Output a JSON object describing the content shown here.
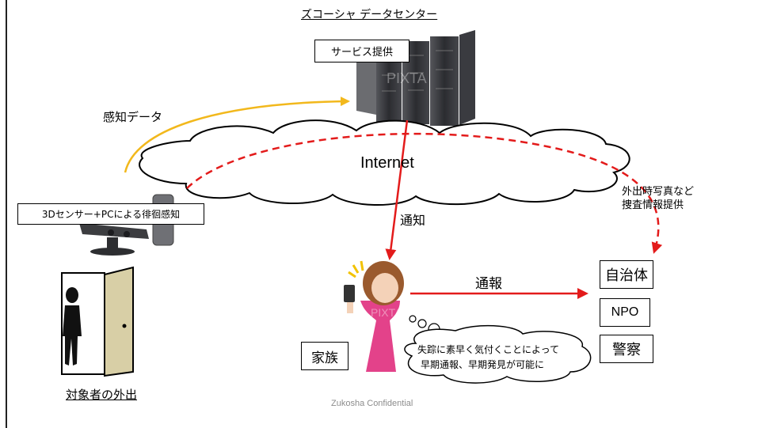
{
  "title": "ズコーシャ データセンター",
  "server_label": "サービス提供",
  "server_watermark": "PIXTA",
  "sensor_data_label": "感知データ",
  "internet_label": "Internet",
  "sensor_label": "3Dセンサー+PCによる徘徊感知",
  "photo_info_line1": "外出時写真など",
  "photo_info_line2": "捜査情報提供",
  "notify_label": "通知",
  "report_label": "通報",
  "org_municipality": "自治体",
  "org_npo": "NPO",
  "org_police": "警察",
  "family_label": "家族",
  "bubble_line1": "失踪に素早く気付くことによって",
  "bubble_line2": "早期通報、早期発見が可能に",
  "outing_label": "対象者の外出",
  "footer": "Zukosha Confidential",
  "colors": {
    "sensor_data_arrow": "#f2b81c",
    "alert_arrow": "#e31b1b",
    "server_dark": "#2e2f33",
    "door": "#d8cfa6",
    "shirt": "#e3428a"
  }
}
